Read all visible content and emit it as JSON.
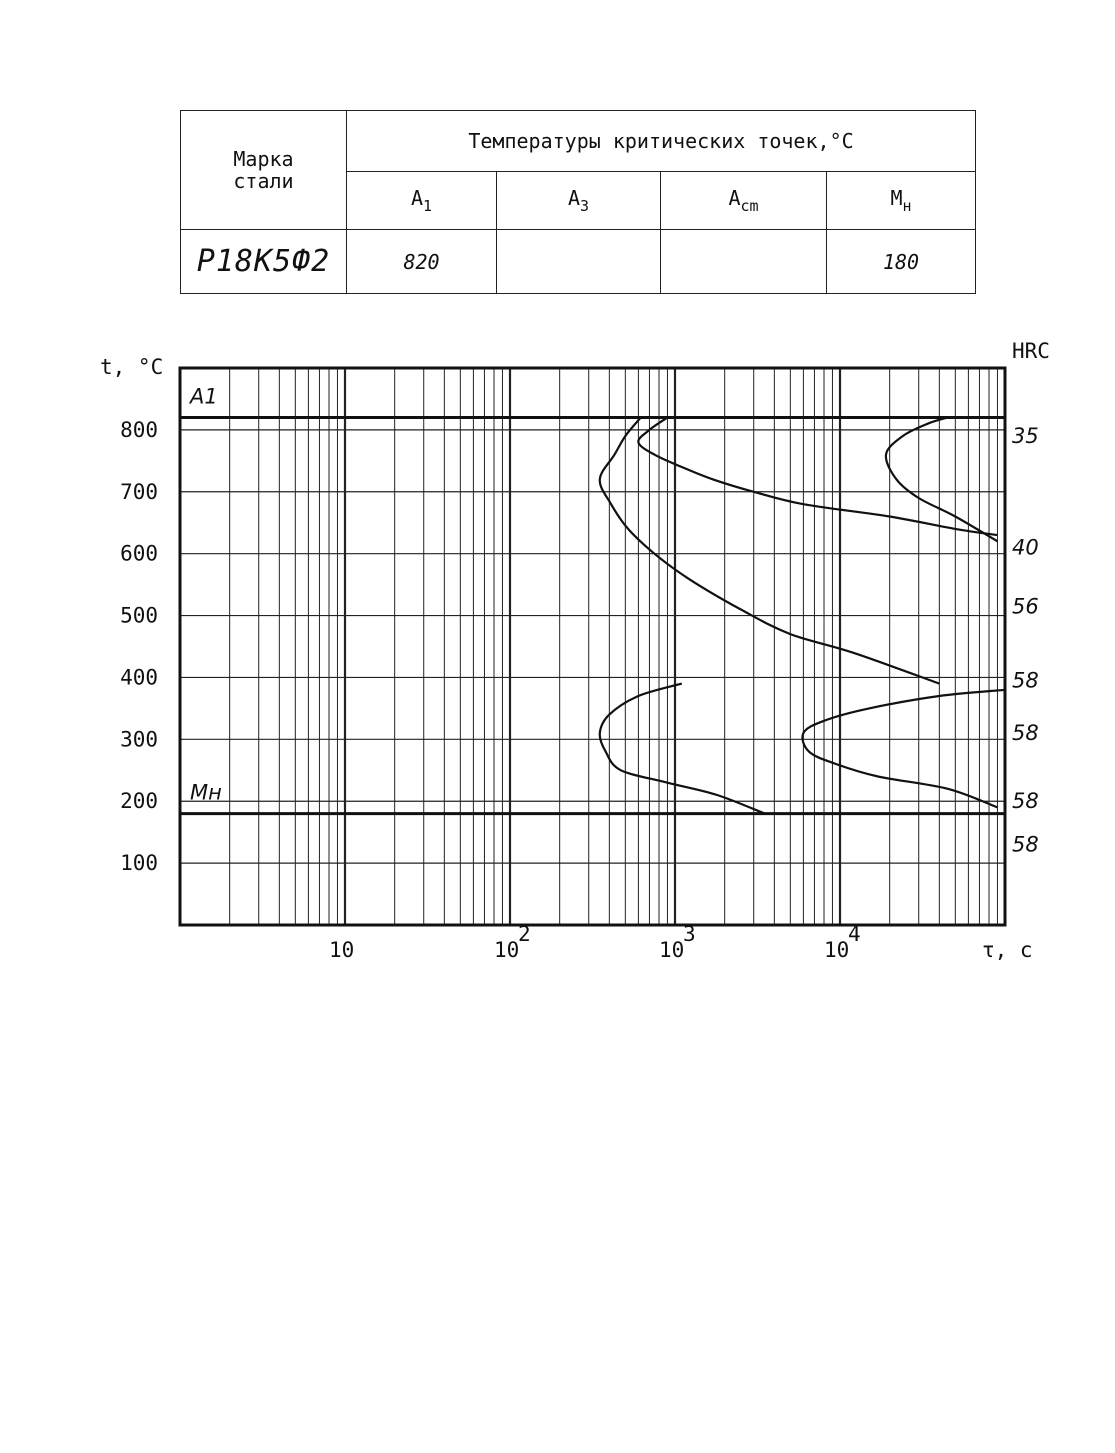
{
  "table": {
    "grade_header": "Марка стали",
    "temps_header": "Температуры критических точек,",
    "temps_unit": "°C",
    "columns": [
      {
        "base": "A",
        "sub": "1"
      },
      {
        "base": "A",
        "sub": "3"
      },
      {
        "base": "A",
        "sub": "cm"
      },
      {
        "base": "M",
        "sub": "н"
      }
    ],
    "row": {
      "grade": "Р18К5Ф2",
      "values": [
        "820",
        "",
        "",
        "180"
      ]
    }
  },
  "chart_data": {
    "type": "line",
    "title": "",
    "ylabel": "t, °C",
    "xlabel": "τ, c",
    "right_axis_label": "HRC",
    "x_scale": "log",
    "xlim": [
      1,
      100000
    ],
    "ylim": [
      0,
      900
    ],
    "x_ticks": [
      {
        "value": 10,
        "label": "10"
      },
      {
        "value": 100,
        "label": "10",
        "exp": "2"
      },
      {
        "value": 1000,
        "label": "10",
        "exp": "3"
      },
      {
        "value": 10000,
        "label": "10",
        "exp": "4"
      }
    ],
    "y_ticks": [
      100,
      200,
      300,
      400,
      500,
      600,
      700,
      800
    ],
    "grid": true,
    "reference_lines": [
      {
        "name": "A1",
        "label": "А1",
        "y": 820
      },
      {
        "name": "Mн",
        "label": "Мн",
        "y": 180
      }
    ],
    "hrc_labels": [
      {
        "y": 790,
        "label": "35"
      },
      {
        "y": 610,
        "label": "40"
      },
      {
        "y": 515,
        "label": "56"
      },
      {
        "y": 395,
        "label": "58"
      },
      {
        "y": 310,
        "label": "58"
      },
      {
        "y": 200,
        "label": "58"
      },
      {
        "y": 130,
        "label": "58"
      }
    ],
    "series": [
      {
        "id": "pearlite-start",
        "points": [
          [
            620,
            820
          ],
          [
            500,
            790
          ],
          [
            430,
            760
          ],
          [
            350,
            720
          ],
          [
            410,
            680
          ],
          [
            520,
            640
          ],
          [
            750,
            600
          ],
          [
            1200,
            560
          ],
          [
            2500,
            510
          ],
          [
            5000,
            470
          ],
          [
            12000,
            440
          ],
          [
            40000,
            390
          ]
        ]
      },
      {
        "id": "pearlite-end-1",
        "points": [
          [
            900,
            820
          ],
          [
            700,
            800
          ],
          [
            600,
            780
          ],
          [
            750,
            760
          ],
          [
            1100,
            740
          ],
          [
            1700,
            720
          ],
          [
            3000,
            700
          ],
          [
            6000,
            680
          ],
          [
            20000,
            660
          ],
          [
            50000,
            640
          ],
          [
            90000,
            630
          ]
        ]
      },
      {
        "id": "pearlite-end-2",
        "points": [
          [
            45000,
            820
          ],
          [
            34000,
            810
          ],
          [
            24000,
            790
          ],
          [
            19000,
            760
          ],
          [
            22000,
            720
          ],
          [
            30000,
            690
          ],
          [
            50000,
            660
          ],
          [
            90000,
            620
          ]
        ]
      },
      {
        "id": "bainite-start",
        "points": [
          [
            1100,
            390
          ],
          [
            600,
            370
          ],
          [
            400,
            340
          ],
          [
            350,
            310
          ],
          [
            380,
            280
          ],
          [
            470,
            250
          ],
          [
            900,
            230
          ],
          [
            1800,
            210
          ],
          [
            3500,
            180
          ]
        ]
      },
      {
        "id": "bainite-end",
        "points": [
          [
            100000,
            380
          ],
          [
            40000,
            370
          ],
          [
            15000,
            350
          ],
          [
            8000,
            330
          ],
          [
            6000,
            310
          ],
          [
            6500,
            280
          ],
          [
            9500,
            260
          ],
          [
            17000,
            240
          ],
          [
            45000,
            220
          ],
          [
            90000,
            190
          ]
        ]
      }
    ]
  }
}
